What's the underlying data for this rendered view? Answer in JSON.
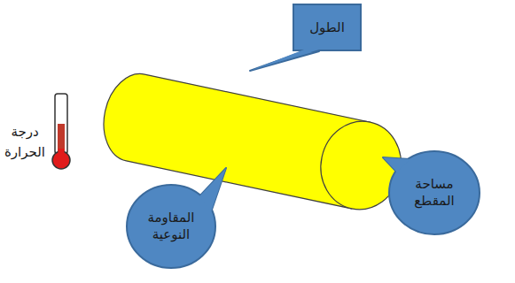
{
  "diagram": {
    "nodes": [
      {
        "text": [
          "الطول"
        ]
      },
      {
        "text": [
          "مساحة المقطع"
        ]
      },
      {
        "text": [
          "المقاومة النوعية"
        ]
      }
    ],
    "labels": [
      "درجة الحرارة"
    ]
  }
}
